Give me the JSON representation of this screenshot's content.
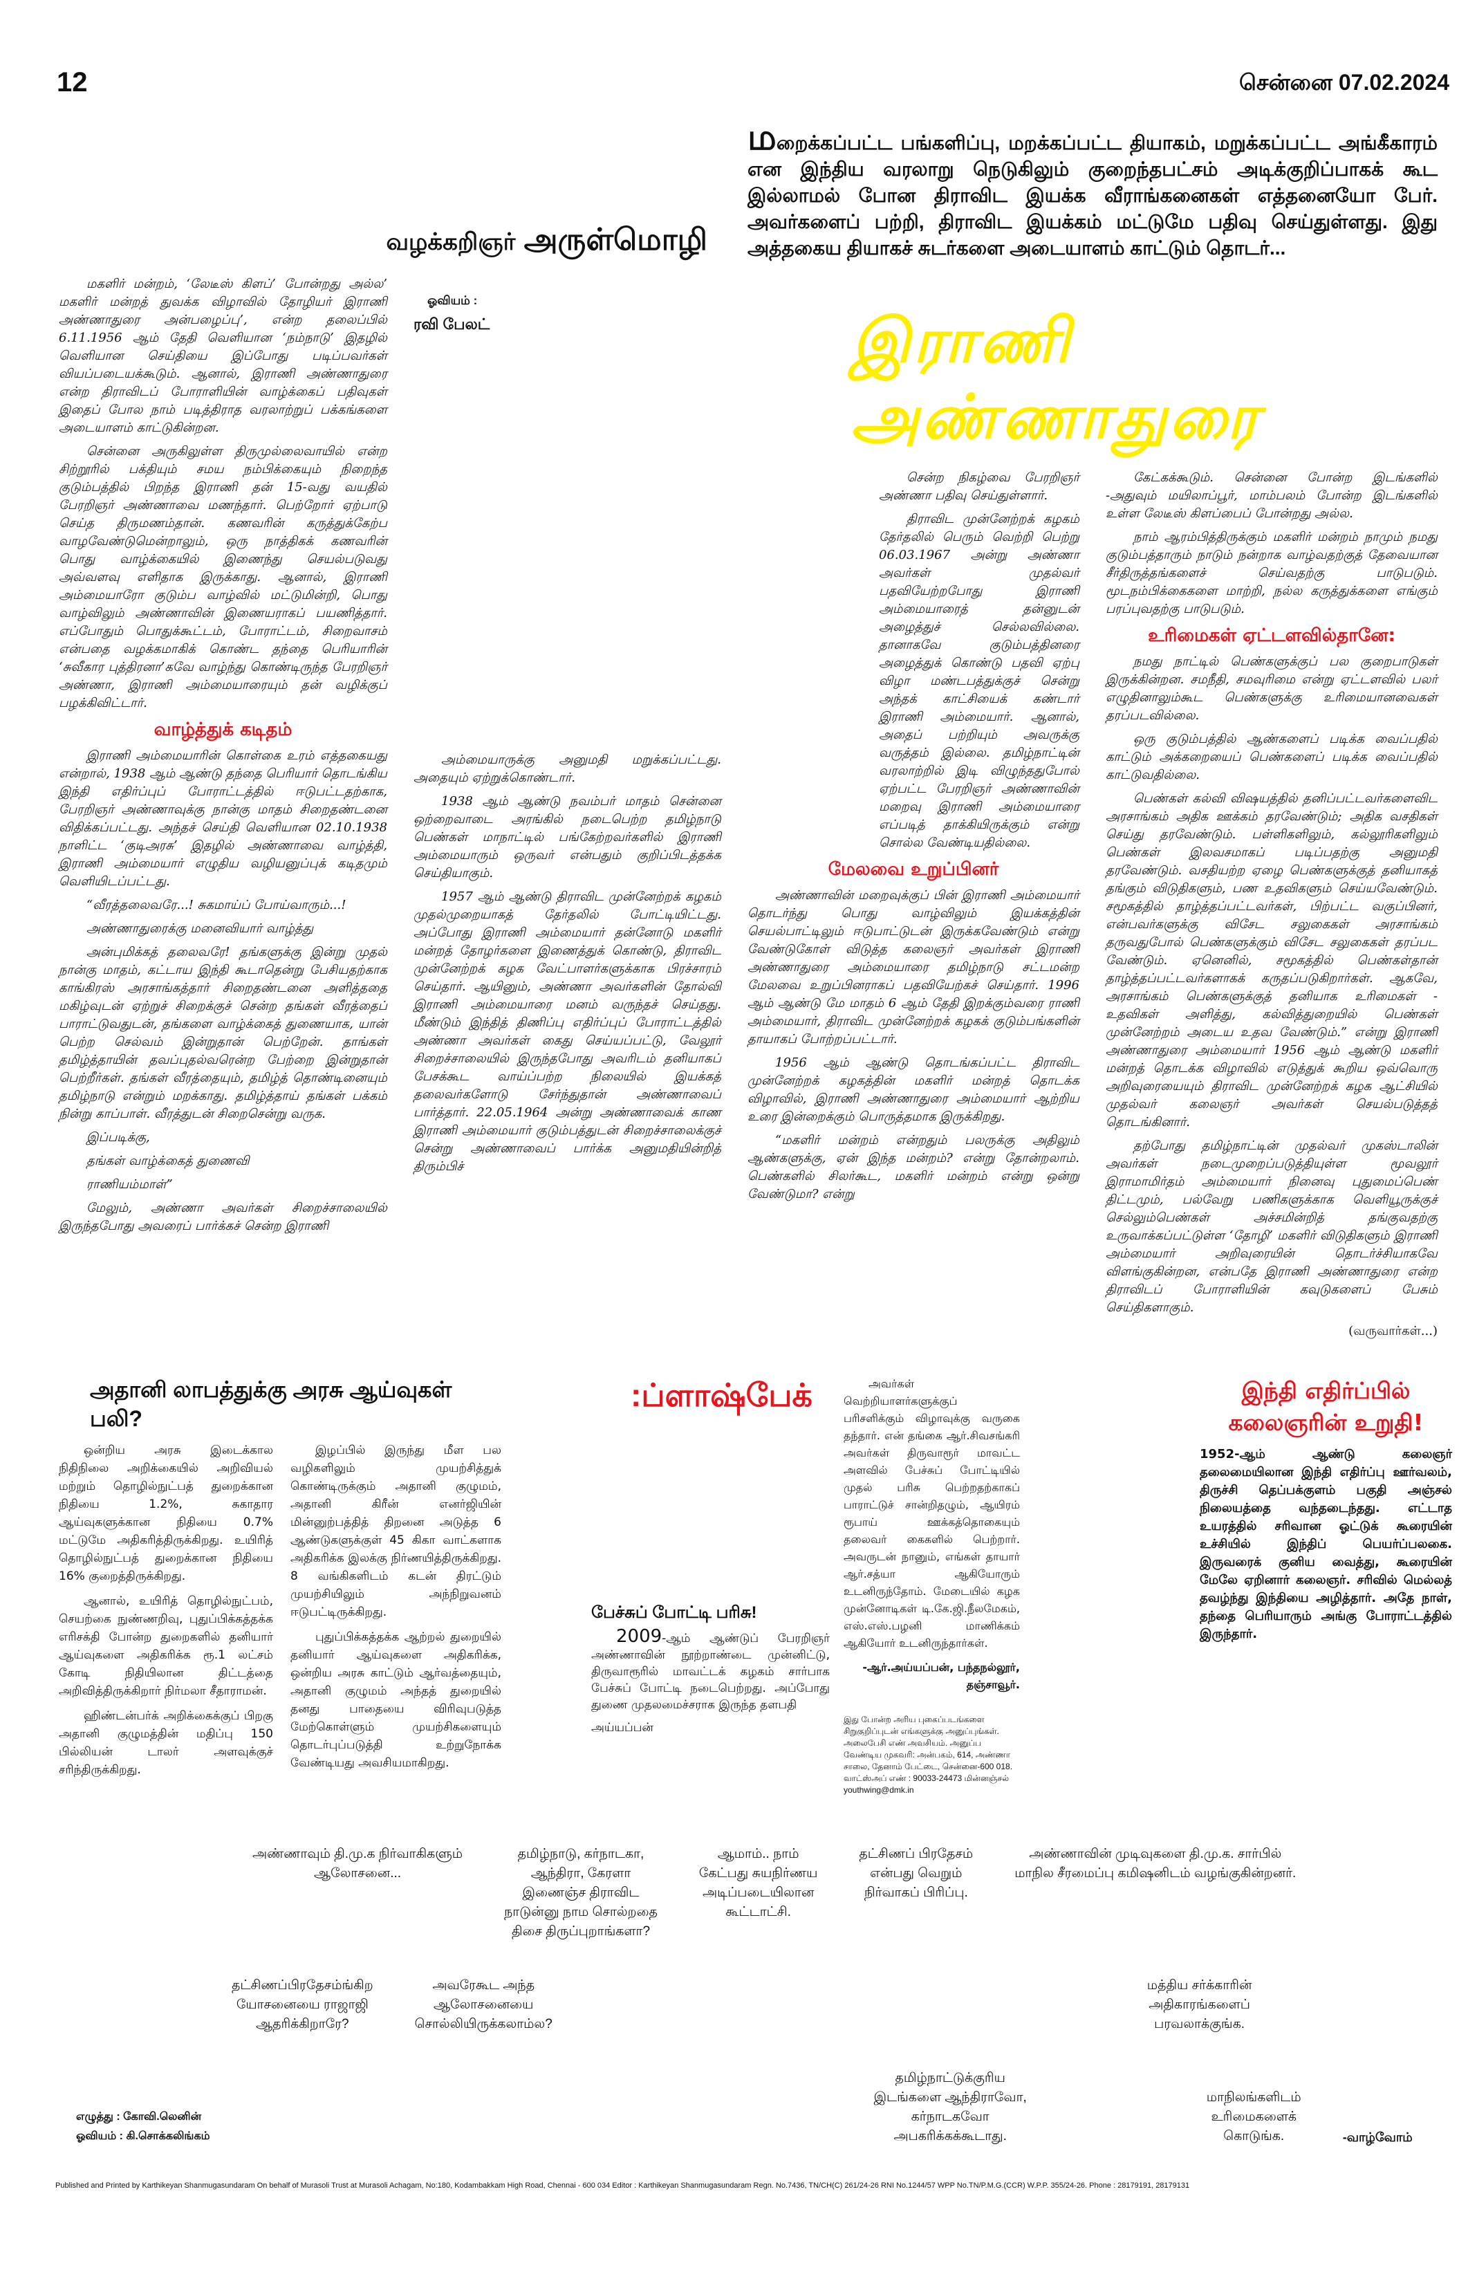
{
  "header": {
    "page_number": "12",
    "date": "சென்னை 07.02.2024"
  },
  "intro": {
    "dropcap": "ம",
    "text": "றைக்கப்பட்ட பங்களிப்பு, மறக்கப்பட்ட தியாகம், மறுக்கப்பட்ட அங்கீகாரம் என இந்திய வரலாறு நெடுகிலும் குறைந்தபட்சம் அடிக்குறிப்பாகக் கூட இல்லாமல் போன திராவிட இயக்க வீராங்கனைகள் எத்தனையோ பேர். அவர்களைப் பற்றி, திராவிட இயக்கம் மட்டுமே பதிவு செய்துள்ளது. இது அத்தகைய தியாகச் சுடர்களை அடையாளம் காட்டும் தொடர்..."
  },
  "byline": {
    "prefix": "வழக்கறிஞர்",
    "name": "அருள்மொழி"
  },
  "illustration_credit": {
    "label": "ஓவியம் :",
    "name": "ரவி பேலட்"
  },
  "article": {
    "title": "இராணி அண்ணாதுரை",
    "col1": [
      "மகளிர் மன்றம், ‘லேடீஸ் கிளப்’ போன்றது அல்ல’ மகளிர் மன்றத் துவக்க விழாவில் தோழியர் இராணி அண்ணாதுரை அன்பழைப்பு’, என்ற தலைப்பில் 6.11.1956 ஆம் தேதி வெளியான ‘நம்நாடு’ இதழில் வெளியான செய்தியை இப்போது படிப்பவர்கள் வியப்படையக்கூடும். ஆனால், இராணி அண்ணாதுரை என்ற திராவிடப் போராளியின் வாழ்க்கைப் பதிவுகள் இதைப் போல நாம் படித்திராத வரலாற்றுப் பக்கங்களை அடையாளம் காட்டுகின்றன.",
      "சென்னை அருகிலுள்ள திருமுல்லைவாயில் என்ற சிற்றூரில் பக்தியும் சமய நம்பிக்கையும் நிறைந்த குடும்பத்தில் பிறந்த இராணி தன் 15-வது வயதில் பேரறிஞர் அண்ணாவை மணந்தார். பெற்றோர் ஏற்பாடு செய்த திருமணம்தான். கணவரின் கருத்துக்கேற்ப வாழவேண்டுமென்றாலும், ஒரு நாத்திகக் கணவரின் பொது வாழ்க்கையில் இணைந்து செயல்படுவது அவ்வளவு எளிதாக இருக்காது. ஆனால், இராணி அம்மையாரோ குடும்ப வாழ்வில் மட்டுமின்றி, பொது வாழ்விலும் அண்ணாவின் இணையராகப் பயணித்தார். எப்போதும் பொதுக்கூட்டம், போராட்டம், சிறைவாசம் என்பதை வழக்கமாகிக் கொண்ட தந்தை பெரியாரின் ‘சுவீகார புத்திரனா’கவே வாழ்ந்து கொண்டிருந்த பேரறிஞர் அண்ணா, இராணி அம்மையாரையும் தன் வழிக்குப் பழக்கிவிட்டார்."
    ],
    "sub1": "வாழ்த்துக் கடிதம்",
    "col1b": [
      "இராணி அம்மையாரின் கொள்கை உரம் எத்தகையது என்றால், 1938 ஆம் ஆண்டு தந்தை பெரியார் தொடங்கிய இந்தி எதிர்ப்புப் போராட்டத்தில் ஈடுபட்டதற்காக, பேரறிஞர் அண்ணாவுக்கு நான்கு மாதம் சிறைதண்டனை விதிக்கப்பட்டது. அந்தச் செய்தி வெளியான 02.10.1938 நாளிட்ட ‘குடிஅரசு’ இதழில் அண்ணாவை வாழ்த்தி, இராணி அம்மையார் எழுதிய வழியனுப்புக் கடிதமும் வெளியிடப்பட்டது.",
      "“வீரத்தலைவரே...! சுகமாய்ப் போய்வாரும்...!",
      "அண்ணாதுரைக்கு மனைவியார் வாழ்த்து",
      "அன்புமிக்கத் தலைவரே! தங்களுக்கு இன்று முதல் நான்கு மாதம், கட்டாய இந்தி கூடாதென்று பேசியதற்காக காங்கிரஸ் அரசாங்கத்தார் சிறைதண்டனை அளித்ததை மகிழ்வுடன் ஏற்றுச் சிறைக்குச் சென்ற தங்கள் வீரத்தைப் பாராட்டுவதுடன், தங்களை வாழ்க்கைத் துணையாக, யான் பெற்ற செல்வம் இன்றுதான் பெற்றேன். தாங்கள் தமிழ்த்தாயின் தவப்புதல்வரென்ற பேற்றை இன்றுதான் பெற்றீர்கள். தங்கள் வீரத்தையும், தமிழ்த் தொண்டினையும் தமிழ்நாடு என்றும் மறக்காது. தமிழ்த்தாய் தங்கள் பக்கம் நின்று காப்பாள். வீரத்துடன் சிறைசென்று வருக.",
      "இப்படிக்கு,",
      "தங்கள் வாழ்க்கைத் துணைவி",
      "ராணியம்மாள்”",
      "மேலும், அண்ணா அவர்கள் சிறைச்சாலையில் இருந்தபோது அவரைப் பார்க்கச் சென்ற இராணி"
    ],
    "col2": [
      "அம்மையாருக்கு அனுமதி மறுக்கப்பட்டது. அதையும் ஏற்றுக்கொண்டார்.",
      "1938 ஆம் ஆண்டு நவம்பர் மாதம் சென்னை ஒற்றைவாடை அரங்கில் நடைபெற்ற தமிழ்நாடு பெண்கள் மாநாட்டில் பங்கேற்றவர்களில் இராணி அம்மையாரும் ஒருவர் என்பதும் குறிப்பிடத்தக்க செய்தியாகும்.",
      "1957 ஆம் ஆண்டு திராவிட முன்னேற்றக் கழகம் முதல்முறையாகத் தேர்தலில் போட்டியிட்டது. அப்போது இராணி அம்மையார் தன்னோடு மகளிர் மன்றத் தோழர்களை இணைத்துக் கொண்டு, திராவிட முன்னேற்றக் கழக வேட்பாளர்களுக்காக பிரச்சாரம் செய்தார். ஆயினும், அண்ணா அவர்களின் தோல்வி இராணி அம்மையாரை மனம் வருந்தச் செய்தது. மீண்டும் இந்தித் திணிப்பு எதிர்ப்புப் போராட்டத்தில் அண்ணா அவர்கள் கைது செய்யப்பட்டு, வேலூர் சிறைச்சாலையில் இருந்தபோது அவரிடம் தனியாகப் பேசக்கூட வாய்ப்பற்ற நிலையில் இயக்கத் தலைவர்களோடு சேர்ந்துதான் அண்ணாவைப் பார்த்தார். 22.05.1964 அன்று அண்ணாவைக் காண இராணி அம்மையார் குடும்பத்துடன் சிறைச்சாலைக்குச் சென்று அண்ணாவைப் பார்க்க அனுமதியின்றித் திரும்பிச்"
    ],
    "col3": [
      "சென்ற நிகழ்வை பேரறிஞர் அண்ணா பதிவு செய்துள்ளார்.",
      "திராவிட முன்னேற்றக் கழகம் தேர்தலில் பெரும் வெற்றி பெற்று 06.03.1967 அன்று அண்ணா அவர்கள் முதல்வர் பதவியேற்றபோது இராணி அம்மையாரைத் தன்னுடன் அழைத்துச் செல்லவில்லை. தானாகவே குடும்பத்தினரை அழைத்துக் கொண்டு பதவி ஏற்பு விழா மண்டபத்துக்குச் சென்று அந்தக் காட்சியைக் கண்டார் இராணி அம்மையார். ஆனால், அதைப் பற்றியும் அவருக்கு வருத்தம் இல்லை. தமிழ்நாட்டின் வரலாற்றில் இடி விழுந்ததுபோல் ஏற்பட்ட பேரறிஞர் அண்ணாவின் மறைவு இராணி அம்மையாரை எப்படித் தாக்கியிருக்கும் என்று சொல்ல வேண்டியதில்லை."
    ],
    "sub2": "மேலவை உறுப்பினர்",
    "col3b": [
      "அண்ணாவின் மறைவுக்குப் பின் இராணி அம்மையார் தொடர்ந்து பொது வாழ்விலும் இயக்கத்தின் செயல்பாட்டிலும் ஈடுபாட்டுடன் இருக்கவேண்டும் என்று வேண்டுகோள் விடுத்த கலைஞர் அவர்கள் இராணி அண்ணாதுரை அம்மையாரை தமிழ்நாடு சட்டமன்ற மேலவை உறுப்பினராகப் பதவியேற்கச் செய்தார். 1996 ஆம் ஆண்டு மே மாதம் 6 ஆம் தேதி இறக்கும்வரை ராணி அம்மையார், திராவிட முன்னேற்றக் கழகக் குடும்பங்களின் தாயாகப் போற்றப்பட்டார்.",
      "1956 ஆம் ஆண்டு தொடங்கப்பட்ட திராவிட முன்னேற்றக் கழகத்தின் மகளிர் மன்றத் தொடக்க விழாவில், இராணி அண்ணாதுரை அம்மையார் ஆற்றிய உரை இன்றைக்கும் பொருத்தமாக இருக்கிறது.",
      "“மகளிர் மன்றம் என்றதும் பலருக்கு அதிலும் ஆண்களுக்கு, ஏன் இந்த மன்றம்? என்று தோன்றலாம். பெண்களில் சிலர்கூட, மகளிர் மன்றம் என்று ஒன்று வேண்டுமா? என்று"
    ],
    "col4": [
      "கேட்கக்கூடும். சென்னை போன்ற இடங்களில் -அதுவும் மயிலாப்பூர், மாம்பலம் போன்ற இடங்களில் உள்ள லேடீஸ் கிளப்பைப் போன்றது அல்ல.",
      "நாம் ஆரம்பித்திருக்கும் மகளிர் மன்றம் நாமும் நமது குடும்பத்தாரும் நாடும் நன்றாக வாழ்வதற்குத் தேவையான சீர்திருத்தங்களைச் செய்வதற்கு பாடுபடும். மூடநம்பிக்கைகளை மாற்றி, நல்ல கருத்துக்களை எங்கும் பரப்புவதற்கு பாடுபடும்."
    ],
    "sub3": "உரிமைகள் ஏட்டளவில்தானே:",
    "col4b": [
      "நமது நாட்டில் பெண்களுக்குப் பல குறைபாடுகள் இருக்கின்றன. சமநீதி, சமவுரிமை என்று ஏட்டளவில் பலர் எழுதினாலும்கூட பெண்களுக்கு உரிமையானவைகள் தரப்படவில்லை.",
      "ஒரு குடும்பத்தில் ஆண்களைப் படிக்க வைப்பதில் காட்டும் அக்கறையைப் பெண்களைப் படிக்க வைப்பதில் காட்டுவதில்லை.",
      "பெண்கள் கல்வி விஷயத்தில் தனிப்பட்டவர்களைவிட அரசாங்கம் அதிக ஊக்கம் தரவேண்டும்; அதிக வசதிகள் செய்து தரவேண்டும். பள்ளிகளிலும், கல்லூரிகளிலும் பெண்கள் இலவசமாகப் படிப்பதற்கு அனுமதி தரவேண்டும். வசதியற்ற ஏழை பெண்களுக்குத் தனியாகத் தங்கும் விடுதிகளும், பண உதவிகளும் செய்யவேண்டும். சமூகத்தில் தாழ்த்தப்பட்டவர்கள், பிற்பட்ட வகுப்பினர், என்பவர்களுக்கு விசேட சலுகைகள் அரசாங்கம் தருவதுபோல் பெண்களுக்கும் விசேட சலுகைகள் தரப்பட வேண்டும். ஏனெனில், சமூகத்தில் பெண்கள்தான் தாழ்த்தப்பட்டவர்களாகக் கருதப்படுகிறார்கள். ஆகவே, அரசாங்கம் பெண்களுக்குத் தனியாக உரிமைகள் - உதவிகள் அளித்து, கல்வித்துறையில் பெண்கள் முன்னேற்றம் அடைய உதவ வேண்டும்.” என்று இராணி அண்ணாதுரை அம்மையார் 1956 ஆம் ஆண்டு மகளிர் மன்றத் தொடக்க விழாவில் எடுத்துக் கூறிய ஒவ்வொரு அறிவுரையையும் திராவிட முன்னேற்றக் கழக ஆட்சியில் முதல்வர் கலைஞர் அவர்கள் செயல்படுத்தத் தொடங்கினார்.",
      "தற்போது தமிழ்நாட்டின் முதல்வர் முகஸ்டாலின் அவர்கள் நடைமுறைப்படுத்தியுள்ள மூவலூர் இராமாமிர்தம் அம்மையார் நினைவு புதுமைப்பெண் திட்டமும், பல்வேறு பணிகளுக்காக வெளியூருக்குச் செல்லும்பெண்கள் அச்சமின்றித் தங்குவதற்கு உருவாக்கப்பட்டுள்ள ‘தோழி’ மகளிர் விடுதிகளும் இராணி அம்மையார் அறிவுரையின் தொடர்ச்சியாகவே விளங்குகின்றன, என்பதே இராணி அண்ணாதுரை என்ற திராவிடப் போராளியின் கவுடுகளைப் பேசும் செய்திகளாகும்."
    ],
    "continued": "(வருவார்கள்...)"
  },
  "adani": {
    "title": "அதானி லாபத்துக்கு அரசு ஆய்வுகள் பலி?",
    "col1": [
      "ஒன்றிய அரசு இடைக்கால நிதிநிலை அறிக்கையில் அறிவியல் மற்றும் தொழில்நுட்பத் துறைக்கான நிதியை 1.2%, சுகாதார ஆய்வுகளுக்கான நிதியை 0.7% மட்டுமே அதிகரித்திருக்கிறது. உயிரித் தொழில்நுட்பத் துறைக்கான நிதியை 16% குறைத்திருக்கிறது.",
      "ஆனால், உயிரித் தொழில்நுட்பம், செயற்கை நுண்ணறிவு, புதுப்பிக்கத்தக்க எரிசக்தி போன்ற துறைகளில் தனியார் ஆய்வுகளை அதிகரிக்க ரூ.1 லட்சம் கோடி நிதியிலான திட்டத்தை அறிவித்திருக்கிறார் நிர்மலா சீதாராமன்.",
      "ஹிண்டன்பர்க் அறிக்கைக்குப் பிறகு அதானி குழுமத்தின் மதிப்பு 150 பில்லியன் டாலர் அளவுக்குச் சரிந்திருக்கிறது."
    ],
    "col2": [
      "இழப்பில் இருந்து மீள பல வழிகளிலும் முயற்சித்துக் கொண்டிருக்கும் அதானி குழுமம், அதானி கிரீன் எனர்ஜியின் மின்னுற்பத்தித் திறனை அடுத்த 6 ஆண்டுகளுக்குள் 45 கிகா வாட்களாக அதிகரிக்க இலக்கு நிர்ணயித்திருக்கிறது. 8 வங்கிகளிடம் கடன் திரட்டும் முயற்சியிலும் அந்நிறுவனம் ஈடுபட்டிருக்கிறது.",
      "புதுப்பிக்கத்தக்க ஆற்றல் துறையில் தனியார் ஆய்வுகளை அதிகரிக்க, ஒன்றிய அரசு காட்டும் ஆர்வத்தையும், அதானி குழுமம் அந்தத் துறையில் தனது பாதையை விரிவுபடுத்த மேற்கொள்ளும் முயற்சிகளையும் தொடர்புப்படுத்தி உற்றுநோக்க வேண்டியது அவசியமாகிறது."
    ]
  },
  "flashback": {
    "title": ":ப்ளாஷ்பேக்",
    "subtitle": "பேச்சுப் போட்டி பரிசு!",
    "para1_year": "2009",
    "para1": "-ஆம் ஆண்டுப் பேரறிஞர் அண்ணாவின் நூற்றாண்டை முன்னிட்டு, திருவாரூரில் மாவட்டக் கழகம் சார்பாக பேச்சுப் போட்டி நடைபெற்றது. அப்போது துணை முதலமைச்சராக இருந்த தளபதி",
    "para2": "அவர்கள் வெற்றியாளர்களுக்குப் பரிசளிக்கும் விழாவுக்கு வருகை தந்தார். என் தங்கை ஆர்.சிவசங்கரி அவர்கள் திருவாரூர் மாவட்ட அளவில் பேச்சுப் போட்டியில் முதல் பரிசு பெற்றதற்காகப் பாராட்டுச் சான்றிதழும், ஆயிரம் ரூபாய் ஊக்கத்தொகையும் தலைவர் கைகளில் பெற்றார். அவருடன் நானும், எங்கள் தாயார் ஆர்.சத்யா ஆகியோரும் உடனிருந்தோம். மேடையில் கழக முன்னோடிகள் டி.கே.ஜி.நீலமேகம், எஸ்.எஸ்.பழனி மாணிக்கம் ஆகியோர் உடனிருந்தார்கள்.",
    "signature_line1": "-ஆர்.அய்யப்பன், பந்தநல்லூர்,",
    "signature_line2": "தஞ்சாவூர்.",
    "photo_caption": "அய்யப்பன்",
    "contact": "இது போன்ற அரிய புகைப்படங்களை சிறுகுறிப்புடன் எங்களுக்கு அனுப்புங்கள். அலைபேசி எண் அவசியம். அனுப்ப வேண்டிய முகவரி: அன்பகம், 614, அண்ணா சாலை, தேனாம் பேட்டை, சென்னை-600 018. வாட்ஸ்அப் எண் : 90033-24473 மின்னஞ்சல் youthwing@dmk.in"
  },
  "hindi_box": {
    "title_line1": "இந்தி எதிர்ப்பில்",
    "title_line2": "கலைஞரின் உறுதி!",
    "text": "1952-ஆம் ஆண்டு கலைஞர் தலைமையிலான இந்தி எதிர்ப்பு ஊர்வலம், திருச்சி தெப்பக்குளம் பகுதி அஞ்சல் நிலையத்தை வந்தடைந்தது. எட்டாத உயரத்தில் சரிவான ஓட்டுக் கூரையின் உச்சியில் இந்திப் பெயர்ப்பலகை. இருவரைக் குனிய வைத்து, கூரையின் மேலே ஏறினார் கலைஞர். சரிவில் மெல்லத் தவழ்ந்து இந்தியை அழித்தார். அதே நாள், தந்தை பெரியாரும் அங்கு போராட்டத்தில் இருந்தார்."
  },
  "comic": {
    "bubbles": [
      [
        "அண்ணாவும் தி.மு.க நிர்வாகிகளும்",
        "ஆலோசனை..."
      ],
      [
        "தட்சிணப்பிரதேசம்ங்கிற",
        "யோசனையை ராஜாஜி",
        "ஆதரிக்கிறாரே?"
      ],
      [
        "அவரேகூட அந்த",
        "ஆலோசனையை",
        "சொல்லியிருக்கலாம்ல?"
      ],
      [
        "தமிழ்நாடு, கர்நாடகா,",
        "ஆந்திரா, கேரளா",
        "இணைஞ்ச திராவிட",
        "நாடுன்னு நாம சொல்றதை",
        "திசை திருப்புறாங்களா?"
      ],
      [
        "ஆமாம்.. நாம்",
        "கேட்பது சுயநிர்ணய",
        "அடிப்படையிலான",
        "கூட்டாட்சி."
      ],
      [
        "தட்சிணப் பிரதேசம்",
        "என்பது வெறும்",
        "நிர்வாகப் பிரிப்பு."
      ],
      [
        "அண்ணாவின் முடிவுகளை தி.மு.க. சார்பில்",
        "மாநில சீரமைப்பு கமிஷனிடம் வழங்குகின்றனர்."
      ],
      [
        "மத்திய சர்க்காரின்",
        "அதிகாரங்களைப்",
        "பரவலாக்குங்க."
      ],
      [
        "தமிழ்நாட்டுக்குரிய",
        "இடங்களை ஆந்திராவோ,",
        "கர்நாடகவோ",
        "அபகரிக்கக்கூடாது."
      ],
      [
        "மாநிலங்களிடம்",
        "உரிமைகளைக்",
        "கொடுங்க."
      ]
    ],
    "sign_off": "-வாழ்வோம்",
    "credit_writer": "எழுத்து : கோவி.லெனின்",
    "credit_artist": "ஓவியம் : கி.சொக்கலிங்கம்"
  },
  "footer": "Published and Printed by Karthikeyan Shanmugasundaram On behalf of Murasoli Trust at Murasoli Achagam, No:180, Kodambakkam High Road, Chennai - 600 034 Editor : Karthikeyan Shanmugasundaram Regn. No.7436, TN/CH(C) 261/24-26 RNI No.1244/57 WPP No.TN/P.M.G.(CCR) W.P.P. 355/24-26. Phone : 28179191, 28179131",
  "colors": {
    "title_yellow": "#ffee00",
    "accent_red": "#e8141c"
  }
}
